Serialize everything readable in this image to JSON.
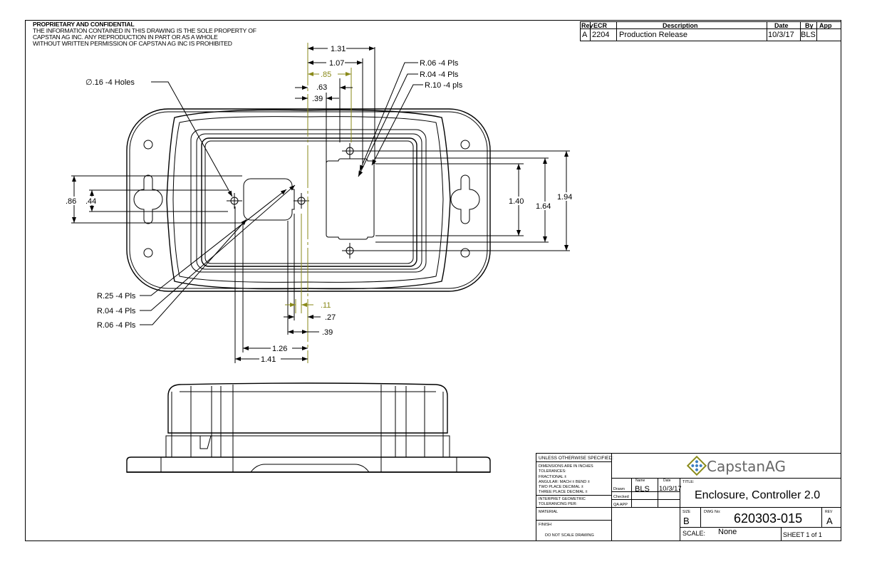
{
  "notice": {
    "title": "PROPRIETARY AND CONFIDENTIAL",
    "lines": [
      "THE INFORMATION CONTAINED IN THIS DRAWING IS THE SOLE PROPERTY OF",
      "CAPSTAN AG INC. ANY REPRODUCTION IN PART OR AS A WHOLE",
      "WITHOUT WRITTEN PERMISSION OF CAPSTAN AG INC IS PROHIBITED"
    ]
  },
  "revision_table": {
    "headers": [
      "Rev",
      "ECR",
      "Description",
      "Date",
      "By",
      "App"
    ],
    "rows": [
      [
        "A",
        "2204",
        "Production Release",
        "10/3/17",
        "BLS",
        ""
      ]
    ]
  },
  "callouts": {
    "holes": "∅.16 -4 Holes",
    "r06_top": "R.06 -4 Pls",
    "r04_top": "R.04 -4 Pls",
    "r10_top": "R.10 -4 pls",
    "r25": "R.25 -4 Pls",
    "r04_bot": "R.04 -4 Pls",
    "r06_bot": "R.06 -4 Pls"
  },
  "dimensions": {
    "d131": "1.31",
    "d107": "1.07",
    "d85": ".85",
    "d63": ".63",
    "d39_top": ".39",
    "d86": ".86",
    "d44": ".44",
    "d140": "1.40",
    "d164": "1.64",
    "d194": "1.94",
    "d11": ".11",
    "d27": ".27",
    "d39_bot": ".39",
    "d126": "1.26",
    "d141": "1.41"
  },
  "title_block": {
    "unless": "UNLESS OTHERWISE SPECIFIED:",
    "dims": "DIMENSIONS ARE IN INCHES",
    "tol": "TOLERANCES:",
    "fractional": "FRACTIONAL ±",
    "angular": "ANGULAR: MACH ±   BEND ±",
    "two_place": "TWO PLACE DECIMAL   ±",
    "three_place": "THREE PLACE DECIMAL  ±",
    "interpret1": "INTERPRET GEOMETRIC",
    "interpret2": "TOLERANCING PER:",
    "material": "MATERIAL",
    "finish": "FINISH",
    "do_not_scale": "DO NOT SCALE DRAWING",
    "name_hdr": "Name",
    "date_hdr": "Date",
    "drawn": "Drawn",
    "checked": "Checked",
    "qa_app": "QA APP",
    "drawn_name": "BLS",
    "drawn_date": "10/3/17",
    "logo_text": "CapstanAG",
    "title_label": "TITLE:",
    "title": "Enclosure, Controller 2.0",
    "size_label": "SIZE",
    "size": "B",
    "dwg_label": "DWG No:",
    "dwg_no": "620303-015",
    "rev_label": "REV",
    "rev": "A",
    "scale_label": "SCALE:",
    "scale": "None",
    "sheet": "SHEET 1 of 1"
  },
  "colors": {
    "centerline": "#8a8a1a",
    "logo_blue": "#3d7fc1",
    "logo_olive": "#8a8a1a"
  }
}
